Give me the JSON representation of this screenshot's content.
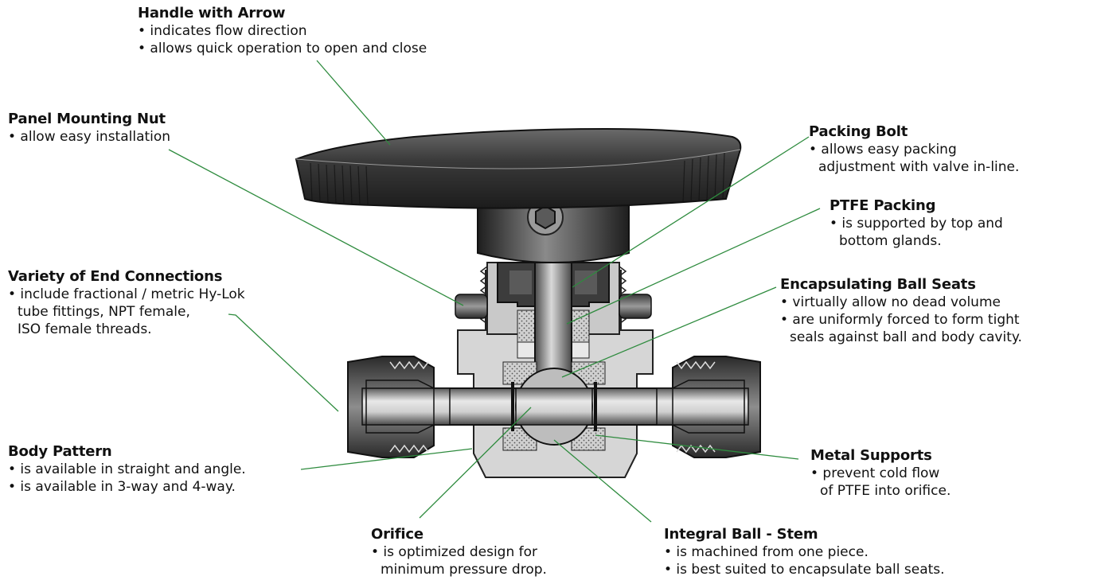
{
  "callouts": [
    {
      "id": "handle",
      "title": "Handle with Arrow",
      "lines": [
        "• indicates flow direction",
        "• allows quick operation to open and close"
      ]
    },
    {
      "id": "panel",
      "title": "Panel Mounting Nut",
      "lines": [
        "• allow easy installation"
      ]
    },
    {
      "id": "variety",
      "title": "Variety of End Connections",
      "lines": [
        "• include fractional / metric Hy-Lok",
        "tube fittings, NPT female,",
        "ISO female threads."
      ]
    },
    {
      "id": "body",
      "title": "Body Pattern",
      "lines": [
        "• is available in straight and angle.",
        "• is available in 3-way and 4-way."
      ]
    },
    {
      "id": "orifice",
      "title": "Orifice",
      "lines": [
        "• is optimized design for",
        "minimum pressure drop."
      ]
    },
    {
      "id": "ball",
      "title": "Integral Ball - Stem",
      "lines": [
        "• is machined from one piece.",
        "• is best suited to encapsulate ball seats."
      ]
    },
    {
      "id": "metal",
      "title": "Metal Supports",
      "lines": [
        "• prevent cold flow",
        "of PTFE into orifice."
      ]
    },
    {
      "id": "seats",
      "title": "Encapsulating Ball Seats",
      "lines": [
        "• virtually allow no dead volume",
        "• are uniformly forced to form tight",
        "seals against ball and body cavity."
      ]
    },
    {
      "id": "ptfe",
      "title": "PTFE Packing",
      "lines": [
        "• is supported by top and",
        "bottom glands."
      ]
    },
    {
      "id": "bolt",
      "title": "Packing Bolt",
      "lines": [
        "• allows easy packing",
        "adjustment with valve in-line."
      ]
    }
  ],
  "colors": {
    "leader": "#2e8b3e",
    "body_metal": "#d9d9d9",
    "dark_metal": "#3a3a3a",
    "handle": "#2f2f2f",
    "seat_pattern": "#c8c8c8"
  }
}
